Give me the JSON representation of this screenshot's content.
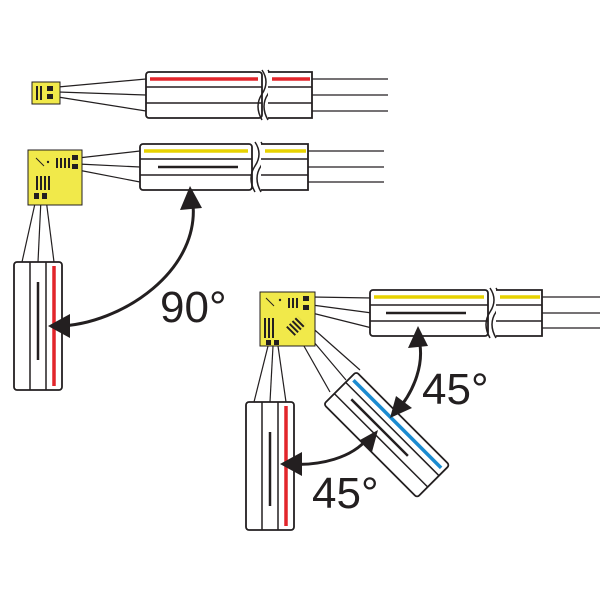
{
  "labels": {
    "angle_90": "90°",
    "angle_45_upper": "45°",
    "angle_45_lower": "45°"
  },
  "colors": {
    "gauge_yellow": "#f1e94a",
    "conductor_red": "#e2252b",
    "conductor_yellow": "#e7d200",
    "conductor_blue": "#1b8bd0",
    "outline": "#231f20",
    "cable_fill": "#ffffff"
  },
  "configurations": [
    "single-gauge-cable",
    "0-90-rosette",
    "0-45-90-rosette"
  ]
}
